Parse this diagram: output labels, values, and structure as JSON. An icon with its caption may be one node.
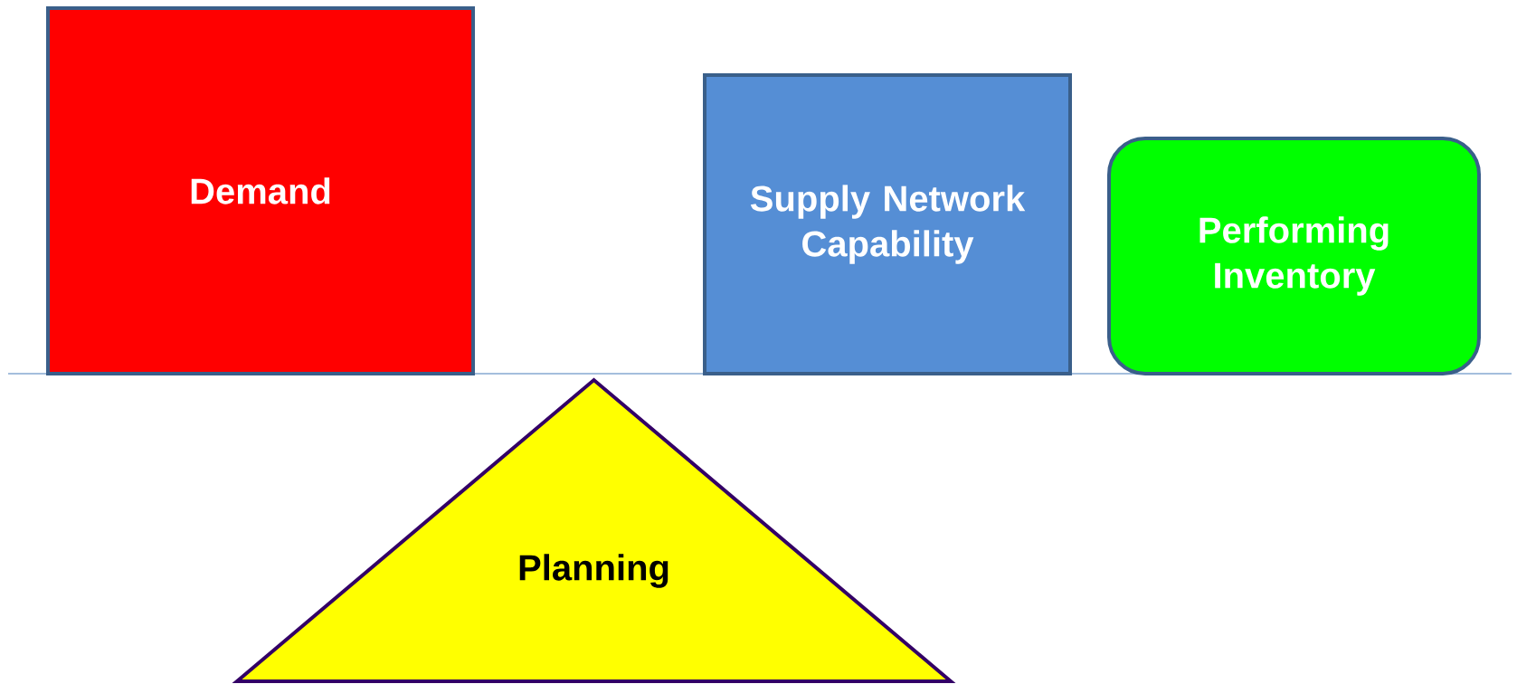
{
  "diagram": {
    "nodes": [
      {
        "text": [
          "Demand"
        ]
      },
      {
        "text": [
          "Supply Network Capability"
        ]
      },
      {
        "text": [
          "Performing Inventory"
        ]
      },
      {
        "text": [
          "Planning"
        ]
      }
    ]
  }
}
